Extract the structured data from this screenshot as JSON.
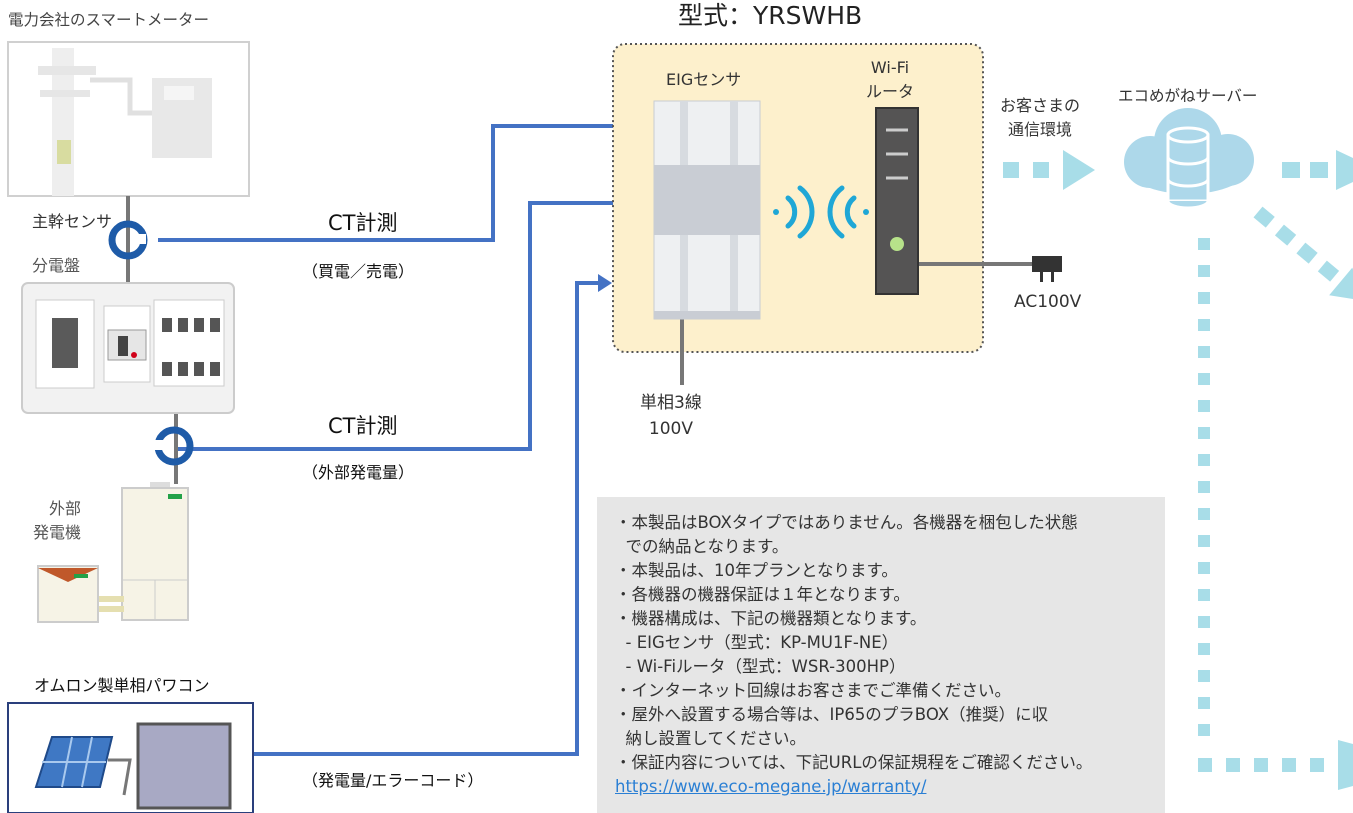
{
  "model_title": "型式：YRSWHB",
  "smart_meter_label": "電力会社のスマートメーター",
  "main_sensor_label": "主幹センサ",
  "distribution_board_label": "分電盤",
  "ext_generator_label": [
    "外部",
    "発電機"
  ],
  "omron_label": "オムロン製単相パワコン",
  "ct1": {
    "title": "CT計測",
    "sub": "（買電／売電）"
  },
  "ct2": {
    "title": "CT計測",
    "sub": "（外部発電量）"
  },
  "pv_link_label": "（発電量/エラーコード）",
  "eig_label": "EIGセンサ",
  "router_label": [
    "Wi-Fi",
    "ルータ"
  ],
  "ac_label": "AC100V",
  "single_phase_label": [
    "単相3線",
    "100V"
  ],
  "customer_net_label": [
    "お客さまの",
    "通信環境"
  ],
  "server_label": "エコめがねサーバー",
  "notes": [
    "・本製品はBOXタイプではありません。各機器を梱包した状態",
    "  での納品となります。",
    "・本製品は、10年プランとなります。",
    "・各機器の機器保証は１年となります。",
    "・機器構成は、下記の機器類となります。",
    "  - EIGセンサ（型式：KP-MU1F-NE）",
    "  - Wi-Fiルータ（型式：WSR-300HP）",
    "・インターネット回線はお客さまでご準備ください。",
    "・屋外へ設置する場合等は、IP65のプラBOX（推奨）に収",
    "  納し設置してください。",
    "・保証内容については、下記URLの保証規程をご確認ください。"
  ],
  "warranty_url": "https://www.eco-megane.jp/warranty/",
  "colors": {
    "blue_line": "#4472c4",
    "arrow_cyan": "#a8dde8",
    "box_fill": "#fdf0cc",
    "cloud_blue": "#add8ea"
  }
}
